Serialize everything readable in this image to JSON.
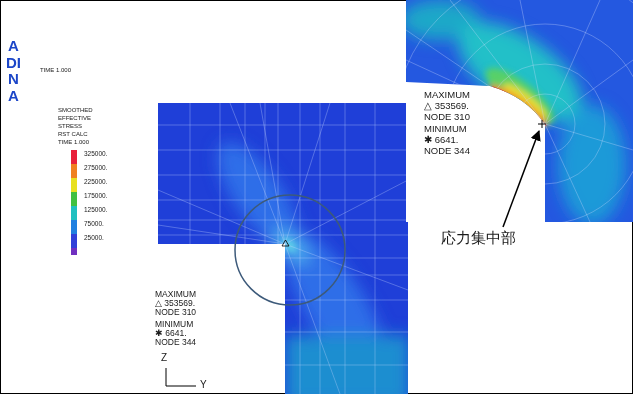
{
  "diagram": {
    "labels": [
      "ADINA",
      "TIME 1.000",
      "SMOOTHED",
      "EFFECTIVE",
      "STRESS",
      "RST CALC",
      "TIME 1.000",
      "MAXIMUM",
      "△ 353569.",
      "NODE 310",
      "MINIMUM",
      "✱ 6641.",
      "NODE 344",
      "Z",
      "Y",
      "MAXIMUM",
      "△ 353569.",
      "NODE 310",
      "MINIMUM",
      "✱ 6641.",
      "NODE 344",
      "応力集中部"
    ],
    "legend": [
      {
        "text": "325000.",
        "color": "#e8203a"
      },
      {
        "text": "275000.",
        "color": "#f08020"
      },
      {
        "text": "225000.",
        "color": "#e8e020"
      },
      {
        "text": "175000.",
        "color": "#40c040"
      },
      {
        "text": "125000.",
        "color": "#20c0c0"
      },
      {
        "text": "75000.",
        "color": "#2080e0"
      },
      {
        "text": "25000.",
        "color": "#3040d8"
      }
    ]
  }
}
